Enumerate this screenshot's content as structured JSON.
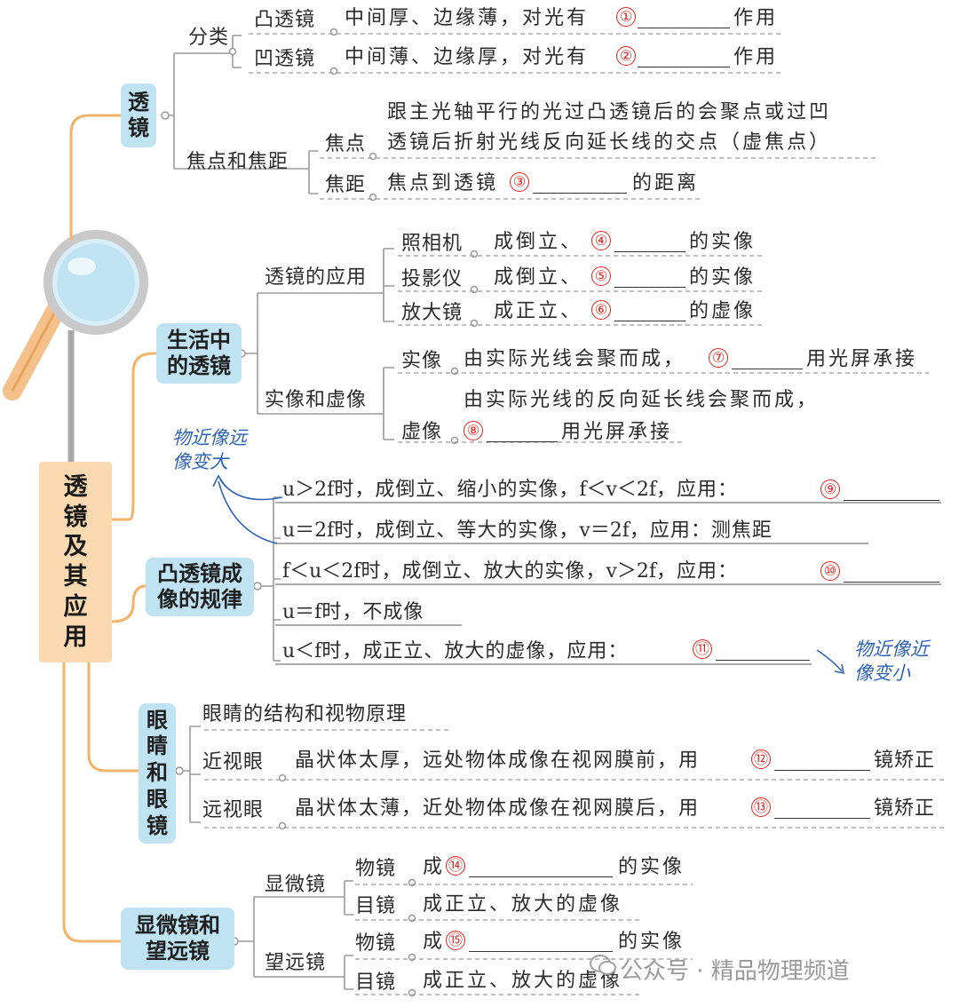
{
  "main_title": [
    "透",
    "镜",
    "及",
    "其",
    "应",
    "用"
  ],
  "lens": {
    "title": [
      "透",
      "镜"
    ],
    "classify": "分类",
    "convex": {
      "label": "凸透镜",
      "text": "中间厚、边缘薄，对光有",
      "num": "①",
      "suffix": "作用"
    },
    "concave": {
      "label": "凹透镜",
      "text": "中间薄、边缘厚，对光有",
      "num": "②",
      "suffix": "作用"
    },
    "focus_group": "焦点和焦距",
    "focus": {
      "label": "焦点",
      "line1": "跟主光轴平行的光过凸透镜后的会聚点或过凹",
      "line2": "透镜后折射光线反向延长线的交点（虚焦点）"
    },
    "focal_length": {
      "label": "焦距",
      "text": "焦点到透镜",
      "num": "③",
      "suffix": "的距离"
    }
  },
  "life": {
    "title": [
      "生活中",
      "的透镜"
    ],
    "apps_label": "透镜的应用",
    "camera": {
      "label": "照相机",
      "text": "成倒立、",
      "num": "④",
      "suffix": "的实像"
    },
    "projector": {
      "label": "投影仪",
      "text": "成倒立、",
      "num": "⑤",
      "suffix": "的实像"
    },
    "magnifier": {
      "label": "放大镜",
      "text": "成正立、",
      "num": "⑥",
      "suffix": "的虚像"
    },
    "images_label": "实像和虚像",
    "real": {
      "label": "实像",
      "text": "由实际光线会聚而成，",
      "num": "⑦",
      "suffix": "用光屏承接"
    },
    "virtual": {
      "label": "虚像",
      "line1": "由实际光线的反向延长线会聚而成，",
      "num": "⑧",
      "suffix": "用光屏承接"
    }
  },
  "rules": {
    "title": [
      "凸透镜成",
      "像的规律"
    ],
    "r1": {
      "cond": "u＞2f",
      "text": "时，成倒立、缩小的实像，",
      "rel": "f＜v＜2f",
      "app": "，应用：",
      "num": "⑨"
    },
    "r2": {
      "cond": "u＝2f",
      "text": "时，成倒立、等大的实像，",
      "rel": "v＝2f",
      "app": "，应用：测焦距"
    },
    "r3": {
      "cond": "f＜u＜2f",
      "text": "时，成倒立、放大的实像，",
      "rel": "v＞2f",
      "app": "，应用：",
      "num": "⑩"
    },
    "r4": {
      "cond": "u＝f",
      "text": "时，不成像"
    },
    "r5": {
      "cond": "u＜f",
      "text": "时，成正立、放大的虚像，应用：",
      "num": "⑪"
    },
    "note_far": [
      "物近像远",
      "像变大"
    ],
    "note_near": [
      "物近像近",
      "像变小"
    ]
  },
  "eye": {
    "title": [
      "眼",
      "睛",
      "和",
      "眼",
      "镜"
    ],
    "structure": "眼睛的结构和视物原理",
    "myopia": {
      "label": "近视眼",
      "text": "晶状体太厚，远处物体成像在视网膜前，用",
      "num": "⑫",
      "suffix": "镜矫正"
    },
    "hyperopia": {
      "label": "远视眼",
      "text": "晶状体太薄，近处物体成像在视网膜后，用",
      "num": "⑬",
      "suffix": "镜矫正"
    }
  },
  "scopes": {
    "title": [
      "显微镜和",
      "望远镜"
    ],
    "microscope": {
      "label": "显微镜",
      "obj_label": "物镜",
      "obj_text": "成",
      "obj_num": "⑭",
      "obj_suffix": "的实像",
      "eye_label": "目镜",
      "eye_text": "成正立、放大的虚像"
    },
    "telescope": {
      "label": "望远镜",
      "obj_label": "物镜",
      "obj_text": "成",
      "obj_num": "⑮",
      "obj_suffix": "的实像",
      "eye_label": "目镜",
      "eye_text": "成正立、放大的虚像"
    }
  },
  "watermark": "公众号 · 精品物理频道",
  "colors": {
    "box_blue": "#bfe3f3",
    "main_orange": "#fbd9b1",
    "branch_orange": "#f2b36b",
    "circle_red": "#e2231a",
    "note_blue": "#2e63b5"
  }
}
